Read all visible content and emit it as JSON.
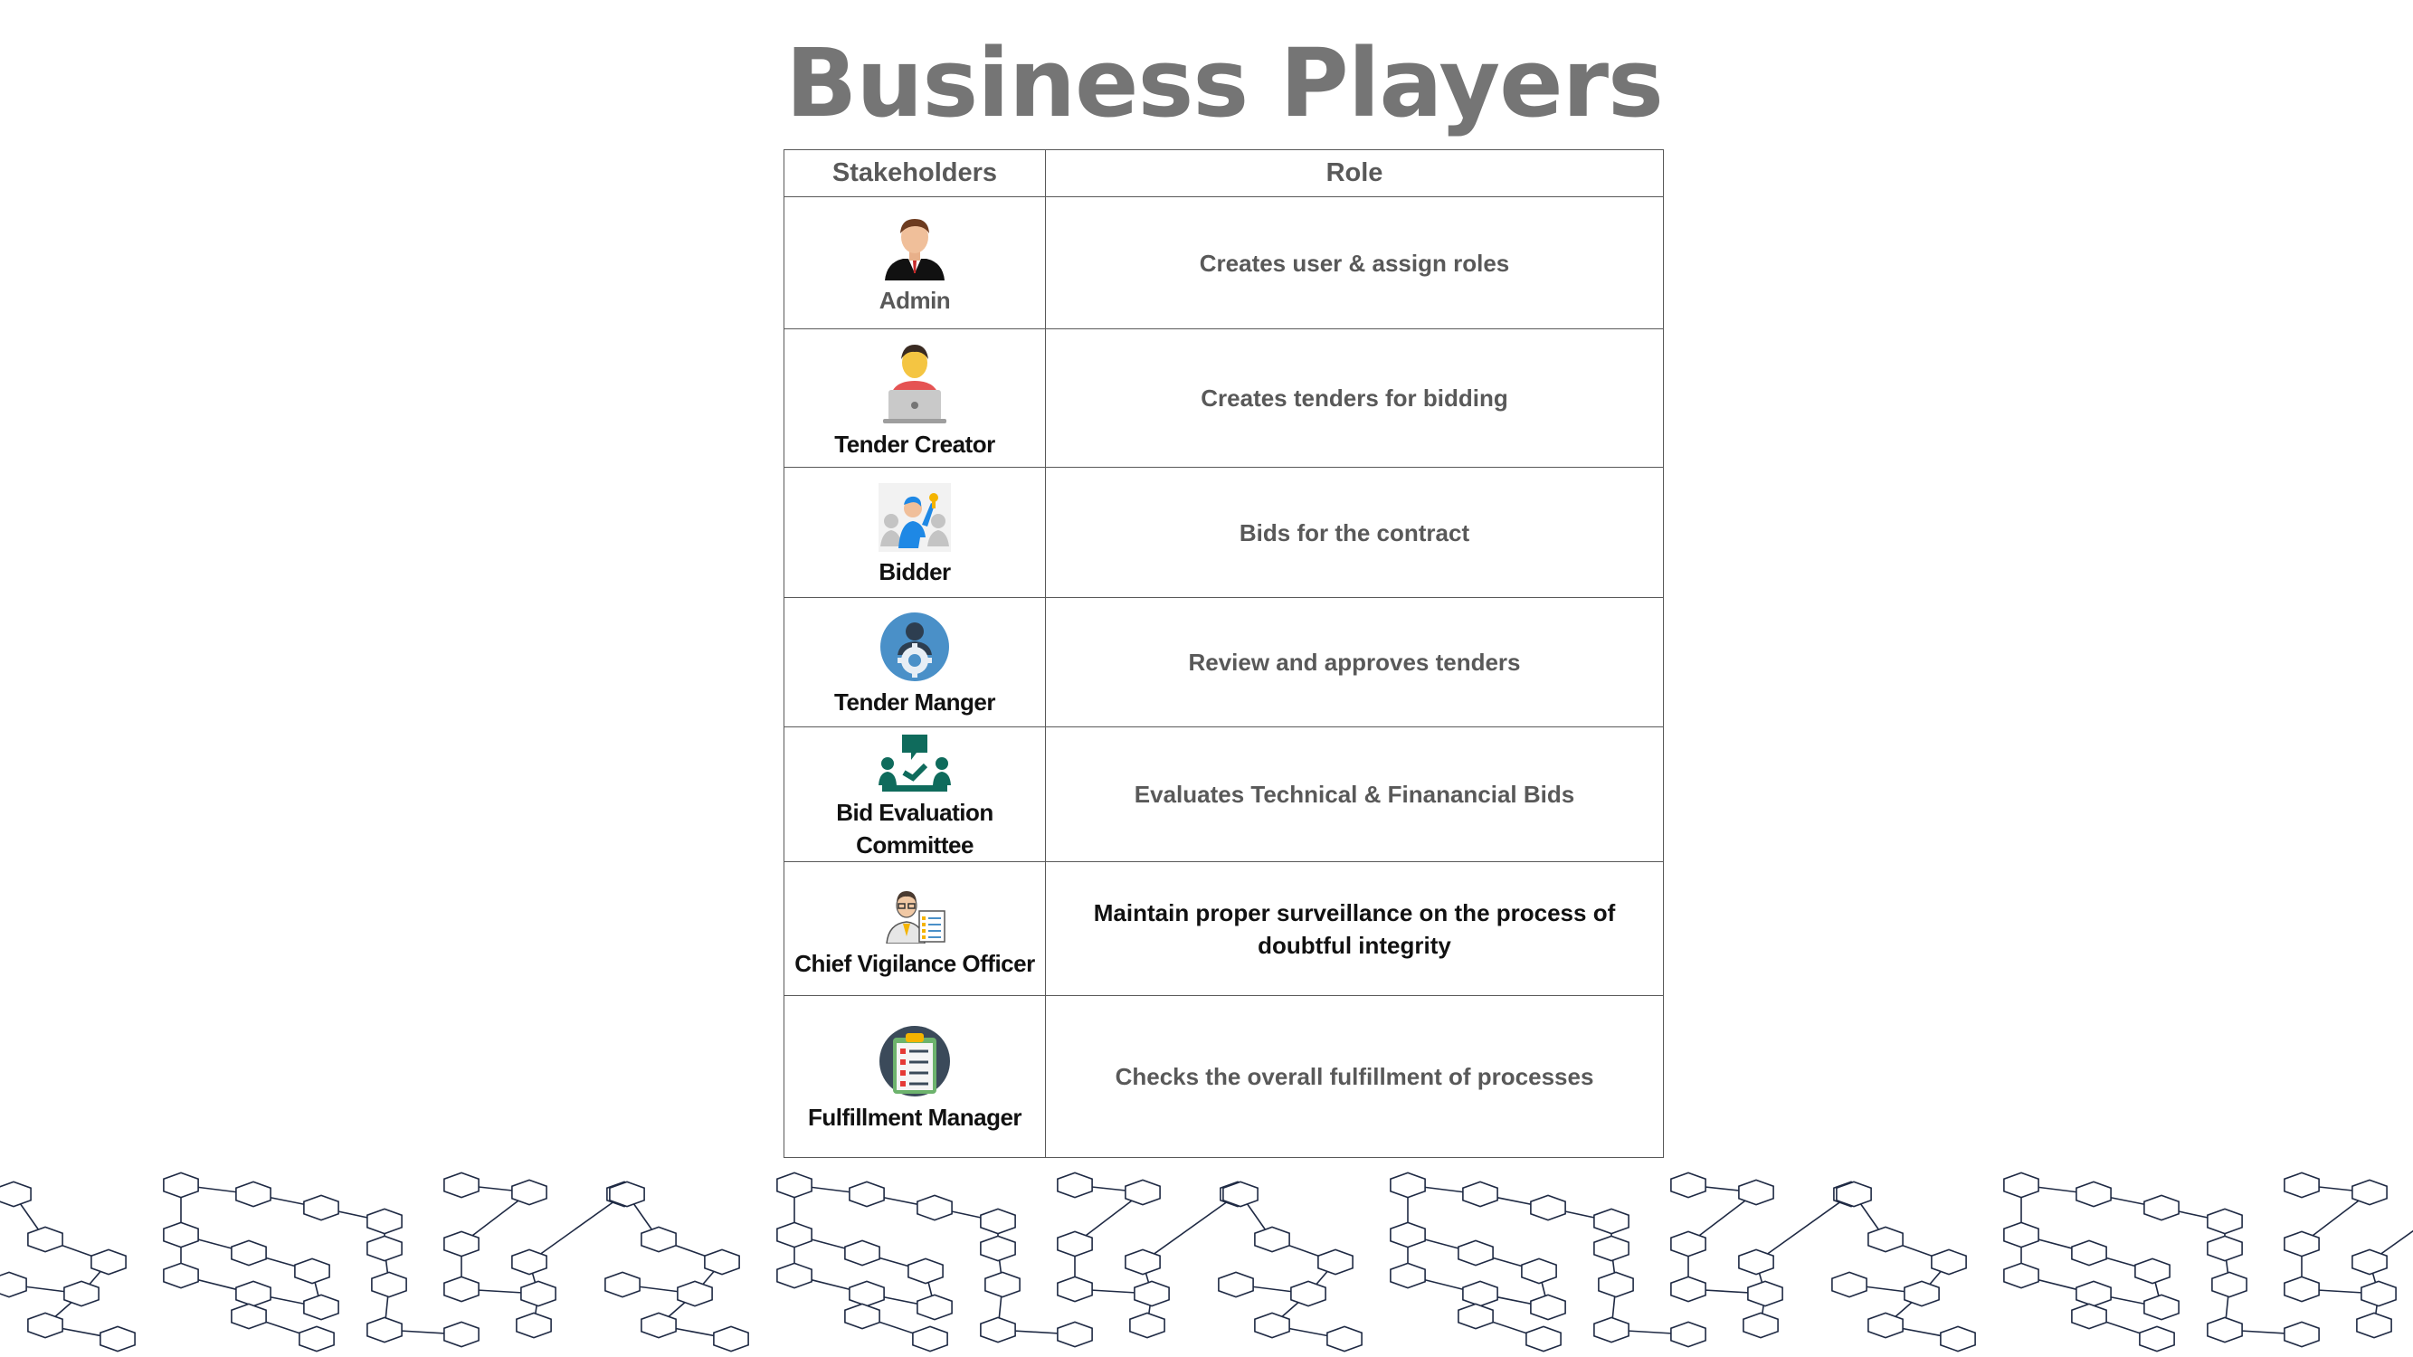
{
  "slide": {
    "title": "Business Players"
  },
  "table": {
    "headers": [
      "Stakeholders",
      "Role"
    ],
    "rows": [
      {
        "stakeholder": "Admin",
        "role": "Creates user & assign roles",
        "icon": "admin-person-icon"
      },
      {
        "stakeholder": "Tender Creator",
        "role": "Creates tenders for bidding",
        "icon": "laptop-user-icon"
      },
      {
        "stakeholder": "Bidder",
        "role": "Bids for the contract",
        "icon": "raised-hand-bidder-icon"
      },
      {
        "stakeholder": "Tender Manger",
        "role": "Review and approves tenders",
        "icon": "manager-gear-icon"
      },
      {
        "stakeholder": "Bid Evaluation Committee",
        "role": "Evaluates Technical & Finanancial Bids",
        "icon": "committee-meeting-icon"
      },
      {
        "stakeholder": "Chief Vigilance Officer",
        "role": "Maintain proper surveillance on the process of doubtful integrity",
        "icon": "officer-clipboard-icon"
      },
      {
        "stakeholder": "Fulfillment Manager",
        "role": "Checks the overall fulfillment of processes",
        "icon": "checklist-clipboard-icon"
      }
    ]
  },
  "colors": {
    "title": "#757575",
    "text_grey": "#595959",
    "text_dark": "#111111",
    "pattern": "#1f2a44"
  }
}
